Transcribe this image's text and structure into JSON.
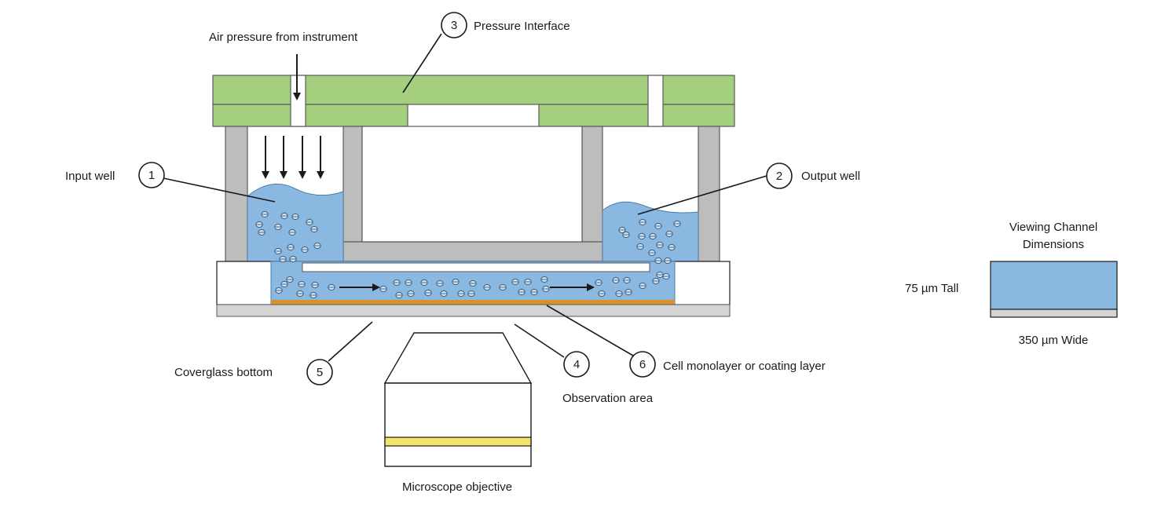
{
  "labels": {
    "air_pressure": "Air pressure from instrument",
    "pressure_interface": "Pressure Interface",
    "input_well": "Input well",
    "output_well": "Output well",
    "coverglass_bottom": "Coverglass bottom",
    "observation_area": "Observation area",
    "cell_monolayer": "Cell monolayer or coating layer",
    "microscope_objective": "Microscope objective"
  },
  "callouts": {
    "c1": "1",
    "c2": "2",
    "c3": "3",
    "c4": "4",
    "c5": "5",
    "c6": "6"
  },
  "dimensions": {
    "title_line1": "Viewing Channel",
    "title_line2": "Dimensions",
    "height": "75 µm Tall",
    "width": "350 µm Wide"
  },
  "colors": {
    "plate_green": "#a4cf7f",
    "wall_gray": "#bdbdbd",
    "liquid_blue": "#8ab8e0",
    "coverglass_gray": "#d4d4d4",
    "cell_layer_orange": "#d9922a",
    "objective_band_yellow": "#f3e36a"
  }
}
